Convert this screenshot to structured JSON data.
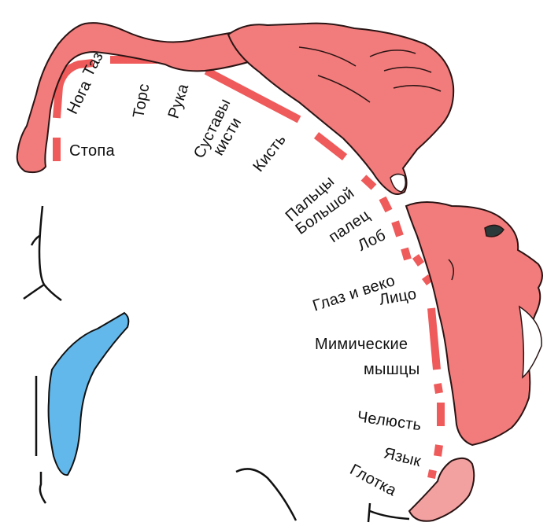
{
  "colors": {
    "skin": "#f27b7b",
    "skin_outline": "#2a1414",
    "dash": "#ef5a5a",
    "ventricle": "#62b8ea",
    "line": "#111111",
    "background": "#ffffff"
  },
  "labels": {
    "taz": "Таз",
    "noga": "Нога",
    "stopa": "Стопа",
    "tors": "Торс",
    "ruka": "Рука",
    "sustavy": "Суставы",
    "kisti": "кисти",
    "kist": "Кисть",
    "paltsy": "Пальцы",
    "bolshoy": "Большой",
    "palets": "палец",
    "lob": "Лоб",
    "glaz": "Глаз и веко",
    "litso": "Лицо",
    "mimicheskie": "Мимические",
    "myshtsy": "мышцы",
    "chelyust": "Челюсть",
    "yazyk": "Язык",
    "glotka": "Глотка"
  },
  "icons": {
    "arm_leg": "limb-figure-icon",
    "hand": "hand-figure-icon",
    "face": "face-figure-icon",
    "tongue": "tongue-figure-icon",
    "ventricle": "ventricle-shape-icon"
  }
}
